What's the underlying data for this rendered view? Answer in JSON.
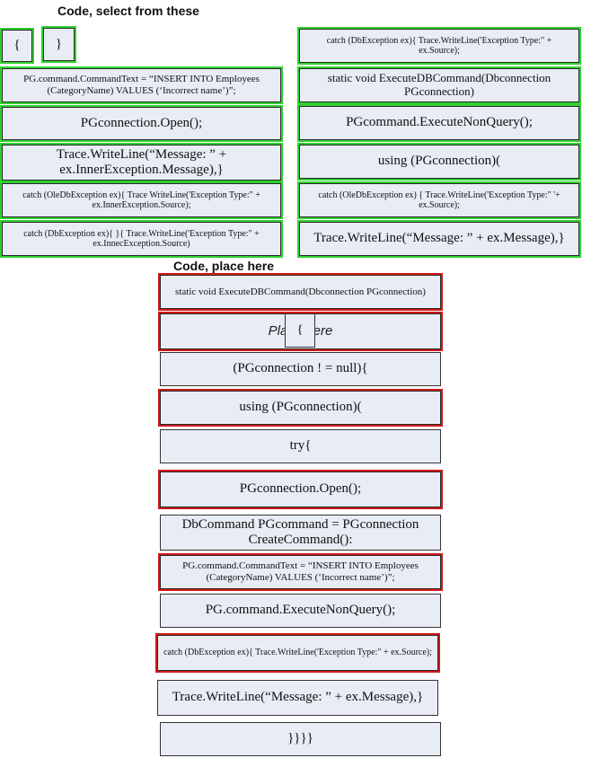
{
  "source_panel": {
    "heading": "Code, select from these",
    "tiles": [
      {
        "text": "{"
      },
      {
        "text": "}"
      },
      {
        "text": "catch (DbException ex){ Trace.WriteLine('Exception Type:\" + ex.Source);"
      },
      {
        "text": "PG.command.CommandText = “INSERT INTO Employees (CategoryName) VALUES (‘Incorrect name’)”;"
      },
      {
        "text": "static void ExecuteDBCommand(Dbconnection PGconnection)"
      },
      {
        "text": "PGconnection.Open();"
      },
      {
        "text": "PGcommand.ExecuteNonQuery();"
      },
      {
        "text": "Trace.WriteLine(“Message: ” + ex.InnerException.Message),}"
      },
      {
        "text": "using (PGconnection)("
      },
      {
        "text": "catch (OleDbException ex){ Trace WriteLine('Exception Type:\" + ex.InnerException.Source);"
      },
      {
        "text": "catch (OleDbException ex) { Trace.WriteLine('Exception Type:\" '+ ex.Source);"
      },
      {
        "text": "catch (DbException ex){ }{ Trace.WriteLine('Exception Type:\" + ex.InnecException.Source)"
      },
      {
        "text": "Trace.WriteLine(“Message: ” + ex.Message),}"
      }
    ]
  },
  "target_panel": {
    "heading": "Code, place here",
    "placeholder_text": "Place here",
    "dragged_tile_text": "{",
    "slots": [
      {
        "text": "static void ExecuteDBCommand(Dbconnection PGconnection)"
      },
      {
        "text": ""
      },
      {
        "text": "(PGconnection ! = null){"
      },
      {
        "text": "using (PGconnection)("
      },
      {
        "text": "try{"
      },
      {
        "text": "PGconnection.Open();"
      },
      {
        "text": "DbCommand PGcommand = PGconnection CreateCommand():"
      },
      {
        "text": "PG.command.CommandText = “INSERT INTO Employees (CategoryName) VALUES (‘Incorrect name’)”;"
      },
      {
        "text": "PG.command.ExecuteNonQuery();"
      },
      {
        "text": "catch (DbException ex){ Trace.WriteLine('Exception Type:\" + ex.Source);"
      },
      {
        "text": "Trace.WriteLine(“Message: ” + ex.Message),}"
      },
      {
        "text": "}}}}"
      }
    ]
  }
}
